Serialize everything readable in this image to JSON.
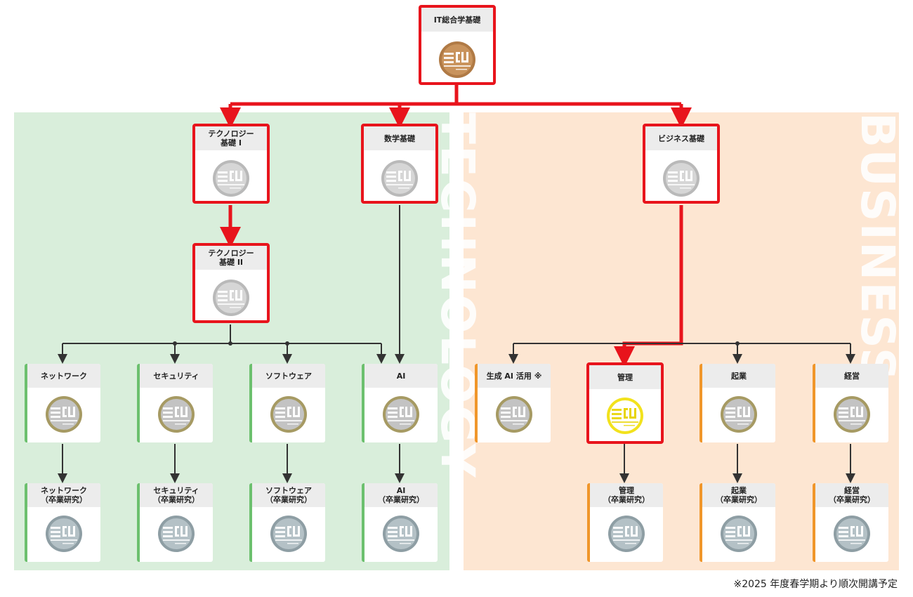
{
  "zones": {
    "technology": {
      "label": "TECHNOLOGY",
      "color": "#d9eedb"
    },
    "business": {
      "label": "BUSINESS",
      "color": "#fde6d2"
    }
  },
  "colors": {
    "highlight": "#e8141c",
    "connector": "#333333",
    "accent_green": "#6cc06e",
    "accent_orange": "#f0962a"
  },
  "courses": {
    "it_general": {
      "title": "IT総合学基礎",
      "badge": "bronze"
    },
    "tech_foundation_1": {
      "title": "テクノロジー\n基礎 I",
      "badge": "silver"
    },
    "math_foundation": {
      "title": "数学基礎",
      "badge": "silver"
    },
    "business_foundation": {
      "title": "ビジネス基礎",
      "badge": "silver"
    },
    "tech_foundation_2": {
      "title": "テクノロジー\n基礎 II",
      "badge": "silver"
    },
    "network": {
      "title": "ネットワーク",
      "badge": "olive"
    },
    "security": {
      "title": "セキュリティ",
      "badge": "olive"
    },
    "software": {
      "title": "ソフトウェア",
      "badge": "olive"
    },
    "ai": {
      "title": "AI",
      "badge": "olive"
    },
    "genai": {
      "title": "生成 AI 活用 ※",
      "badge": "olive"
    },
    "management": {
      "title": "管理",
      "badge": "gold"
    },
    "startup": {
      "title": "起業",
      "badge": "olive"
    },
    "business_admin": {
      "title": "経営",
      "badge": "olive"
    },
    "network_thesis": {
      "title": "ネットワーク\n（卒業研究）",
      "badge": "slate"
    },
    "security_thesis": {
      "title": "セキュリティ\n（卒業研究）",
      "badge": "slate"
    },
    "software_thesis": {
      "title": "ソフトウェア\n（卒業研究）",
      "badge": "slate"
    },
    "ai_thesis": {
      "title": "AI\n（卒業研究）",
      "badge": "slate"
    },
    "management_thesis": {
      "title": "管理\n（卒業研究）",
      "badge": "slate"
    },
    "startup_thesis": {
      "title": "起業\n（卒業研究）",
      "badge": "slate"
    },
    "business_admin_thesis": {
      "title": "経営\n（卒業研究）",
      "badge": "slate"
    }
  },
  "badge_palette": {
    "bronze": {
      "ring": "#b07a45",
      "fill": "#c9935c",
      "ink": "#ffffff"
    },
    "silver": {
      "ring": "#b9b9b9",
      "fill": "#d6d6d6",
      "ink": "#ffffff"
    },
    "olive": {
      "ring": "#a69a63",
      "fill": "#c3c3c3",
      "ink": "#ffffff"
    },
    "gold": {
      "ring": "#f2e21d",
      "fill": "#ffffff",
      "ink": "#e8d400"
    },
    "slate": {
      "ring": "#8e9ea4",
      "fill": "#b4c1c6",
      "ink": "#ffffff"
    }
  },
  "footnote": "※2025 年度春学期より順次開講予定"
}
